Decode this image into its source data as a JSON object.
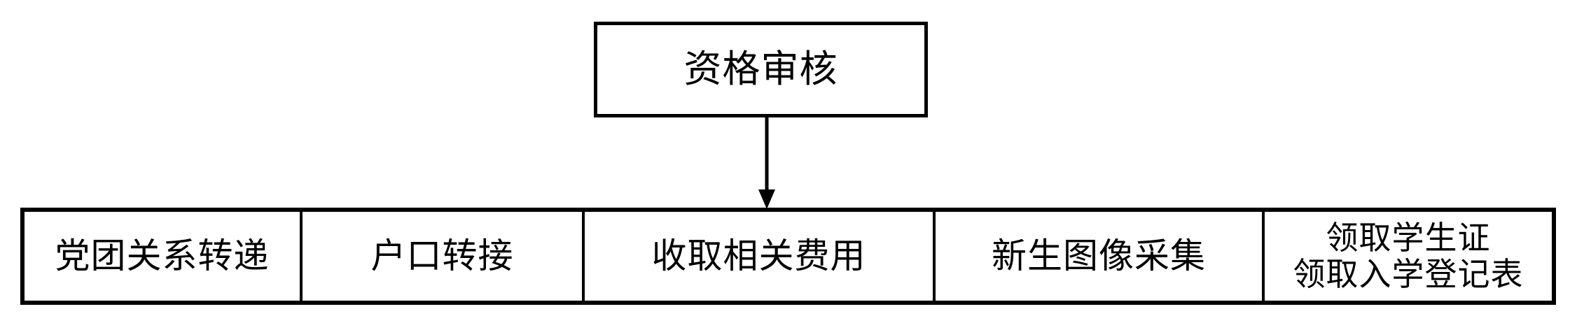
{
  "diagram": {
    "type": "flowchart",
    "orientation": "top-down",
    "background_color": "#ffffff",
    "line_color": "#000000",
    "text_color": "#000000",
    "top_node": {
      "label": "资格审核"
    },
    "connector": {
      "kind": "arrow",
      "direction": "down",
      "from": "资格审核",
      "to": "收取相关费用"
    },
    "bottom_row": {
      "cells": [
        {
          "label": "党团关系转递",
          "lines": 1
        },
        {
          "label": "户口转接",
          "lines": 1
        },
        {
          "label": "收取相关费用",
          "lines": 1
        },
        {
          "label": "新生图像采集",
          "lines": 1
        },
        {
          "label": "领取学生证\n领取入学登记表",
          "lines": 2
        }
      ]
    }
  }
}
